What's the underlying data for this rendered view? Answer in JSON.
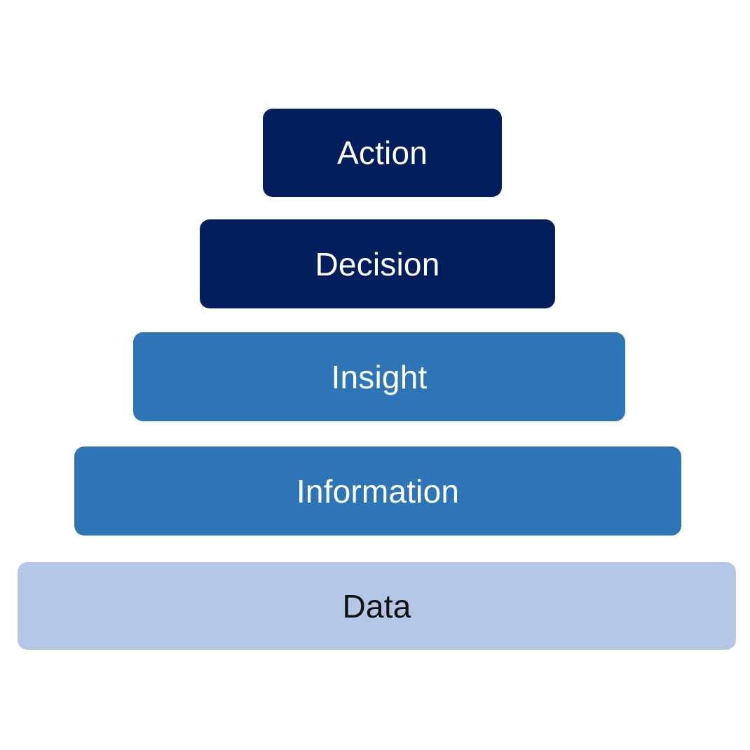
{
  "diagram": {
    "type": "pyramid",
    "tiers": [
      {
        "label": "Action",
        "fill": "#021e5c",
        "text_color": "#ffffff"
      },
      {
        "label": "Decision",
        "fill": "#021e5c",
        "text_color": "#ffffff"
      },
      {
        "label": "Insight",
        "fill": "#2e75b6",
        "text_color": "#ffffff"
      },
      {
        "label": "Information",
        "fill": "#2e75b6",
        "text_color": "#ffffff"
      },
      {
        "label": "Data",
        "fill": "#b4c7e7",
        "text_color": "#111111"
      }
    ]
  }
}
